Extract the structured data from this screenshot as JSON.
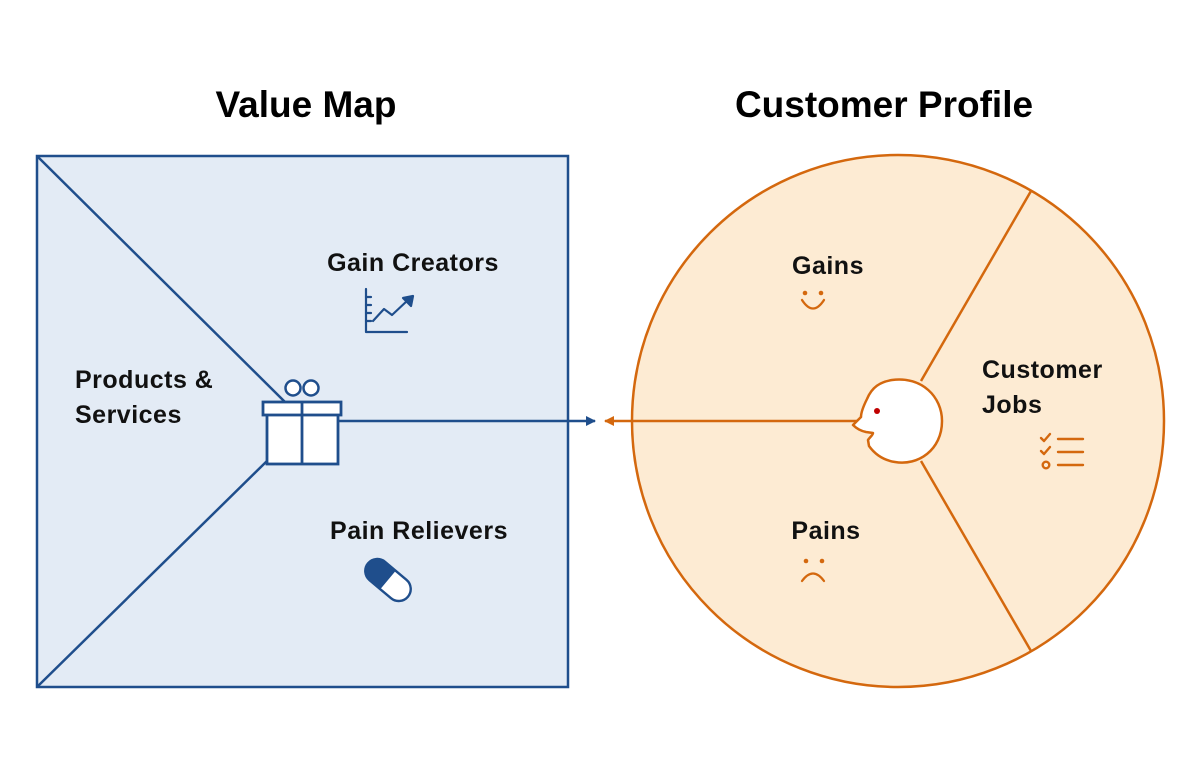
{
  "value_map": {
    "title": "Value Map",
    "products_services_line1": "Products &",
    "products_services_line2": "Services",
    "gain_creators": "Gain Creators",
    "pain_relievers": "Pain Relievers"
  },
  "customer_profile": {
    "title": "Customer Profile",
    "gains": "Gains",
    "pains": "Pains",
    "customer_jobs_line1": "Customer",
    "customer_jobs_line2": "Jobs"
  },
  "colors": {
    "value_map_fill": "#e3ebf5",
    "value_map_stroke": "#1f4e8c",
    "profile_fill": "#fdebd3",
    "profile_stroke": "#d4680e",
    "eye": "#c00000"
  },
  "icons": {
    "gain_creators": "growth-chart-icon",
    "pain_relievers": "pill-icon",
    "products_services": "gift-icon",
    "gains": "smile-icon",
    "pains": "frown-icon",
    "customer_jobs": "checklist-icon",
    "customer": "head-icon"
  }
}
